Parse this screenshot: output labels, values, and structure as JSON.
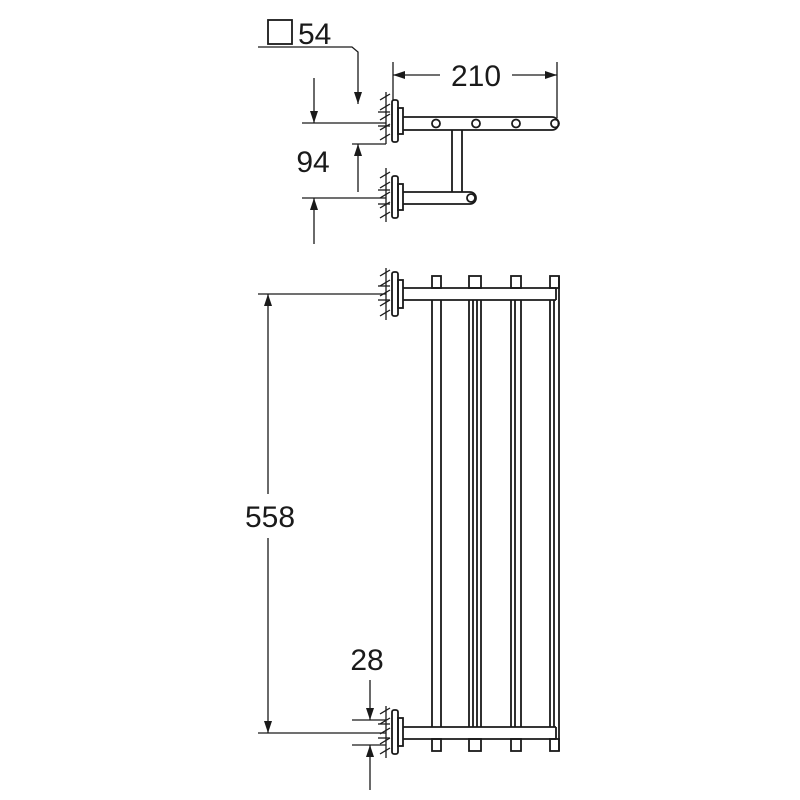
{
  "dimensions": {
    "tube_square": {
      "symbol": "square",
      "value": "54"
    },
    "depth": {
      "value": "210"
    },
    "rail_spacing": {
      "value": "94"
    },
    "height": {
      "value": "558"
    },
    "bracket": {
      "value": "28"
    }
  },
  "colors": {
    "line": "#1a1a1a",
    "background": "#ffffff"
  }
}
